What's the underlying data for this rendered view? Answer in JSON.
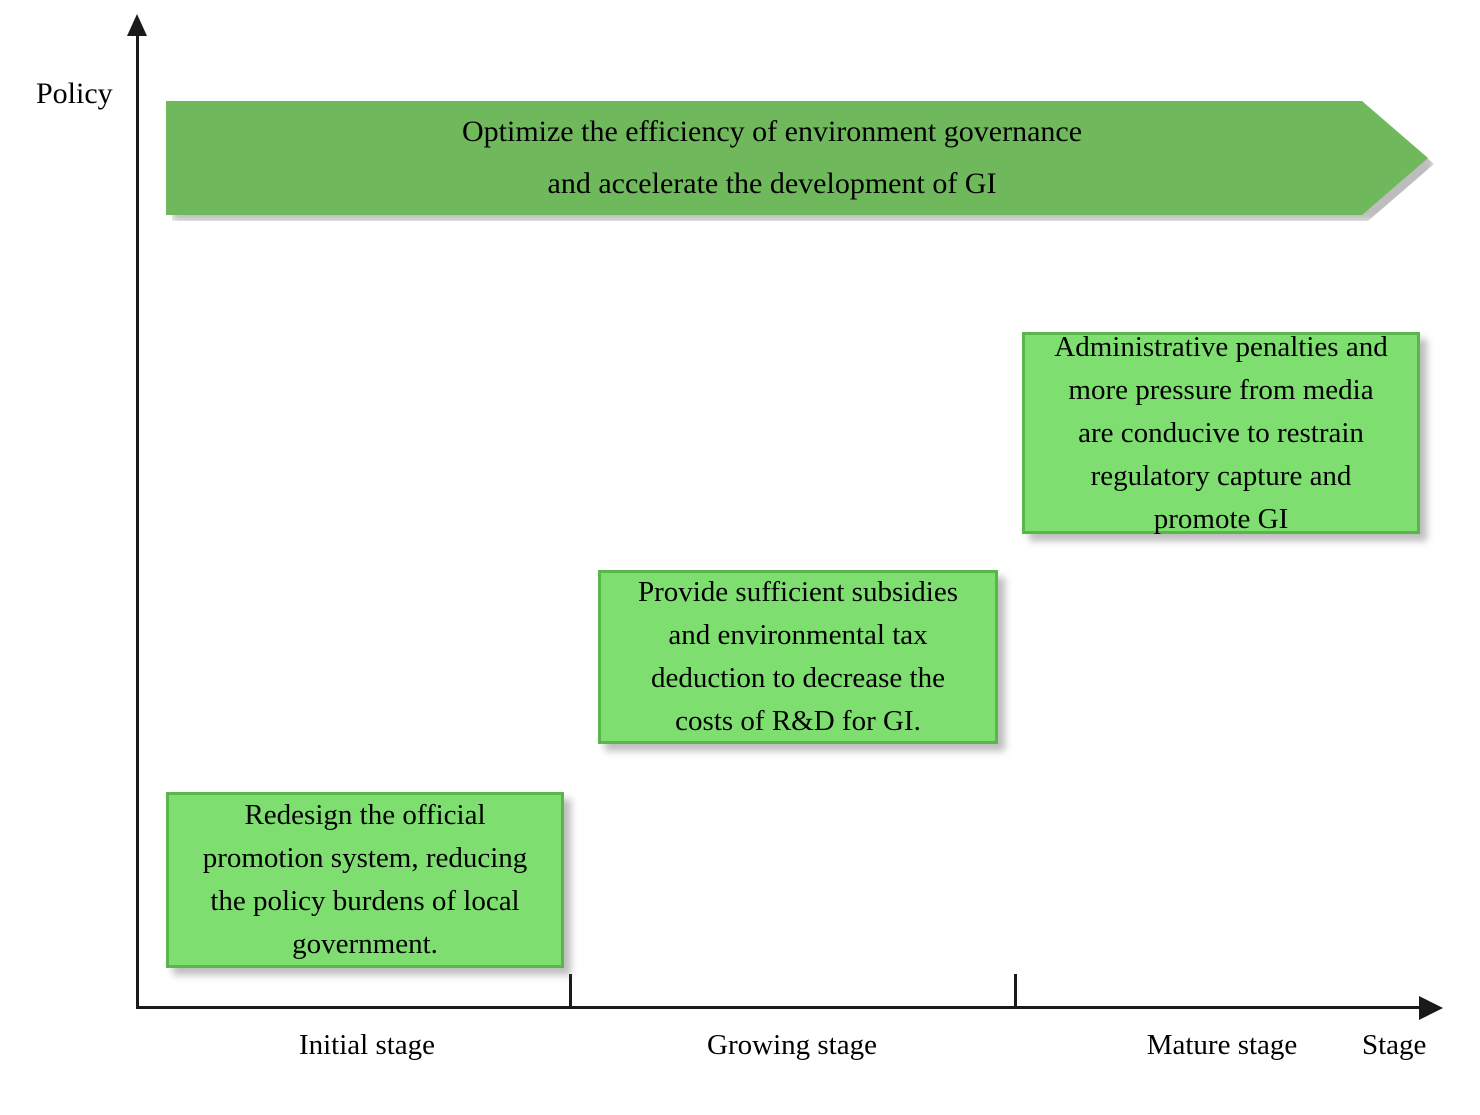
{
  "chart_data": {
    "type": "diagram",
    "title": "",
    "xlabel": "Stage",
    "ylabel": "Policy",
    "categories": [
      "Initial stage",
      "Growing stage",
      "Mature stage"
    ],
    "annotations": [
      {
        "stage": "Initial stage",
        "text": "Redesign the official promotion system, reducing the policy burdens of local government."
      },
      {
        "stage": "Growing stage",
        "text": "Provide sufficient subsidies and  environmental tax deduction to decrease the costs of R&D for GI."
      },
      {
        "stage": "Mature stage",
        "text": "Administrative penalties and more pressure from media are conducive to restrain regulatory capture and promote GI"
      }
    ],
    "banner": "Optimize the efficiency of environment governance and accelerate the development of GI"
  },
  "axes": {
    "y_label": "Policy",
    "x_label": "Stage",
    "x_ticks": [
      {
        "label": "Initial stage"
      },
      {
        "label": "Growing stage"
      },
      {
        "label": "Mature stage"
      }
    ]
  },
  "banner": {
    "lines": [
      "Optimize the efficiency of environment governance",
      "and accelerate the development of GI"
    ]
  },
  "boxes": {
    "initial": {
      "lines": [
        "Redesign the official",
        "promotion system, reducing",
        "the policy burdens of local",
        "government."
      ]
    },
    "growing": {
      "lines": [
        "Provide sufficient subsidies",
        "and  environmental tax",
        "deduction to decrease the",
        "costs of R&D for GI."
      ]
    },
    "mature": {
      "lines": [
        "Administrative penalties and",
        "more pressure from media",
        "are conducive to restrain",
        "regulatory capture and",
        "promote GI"
      ]
    }
  },
  "colors": {
    "banner_fill": "#6fb85c",
    "box_fill": "#7ede70",
    "box_border": "#59b54c",
    "axis": "#1a1a1a",
    "background": "#ffffff"
  }
}
